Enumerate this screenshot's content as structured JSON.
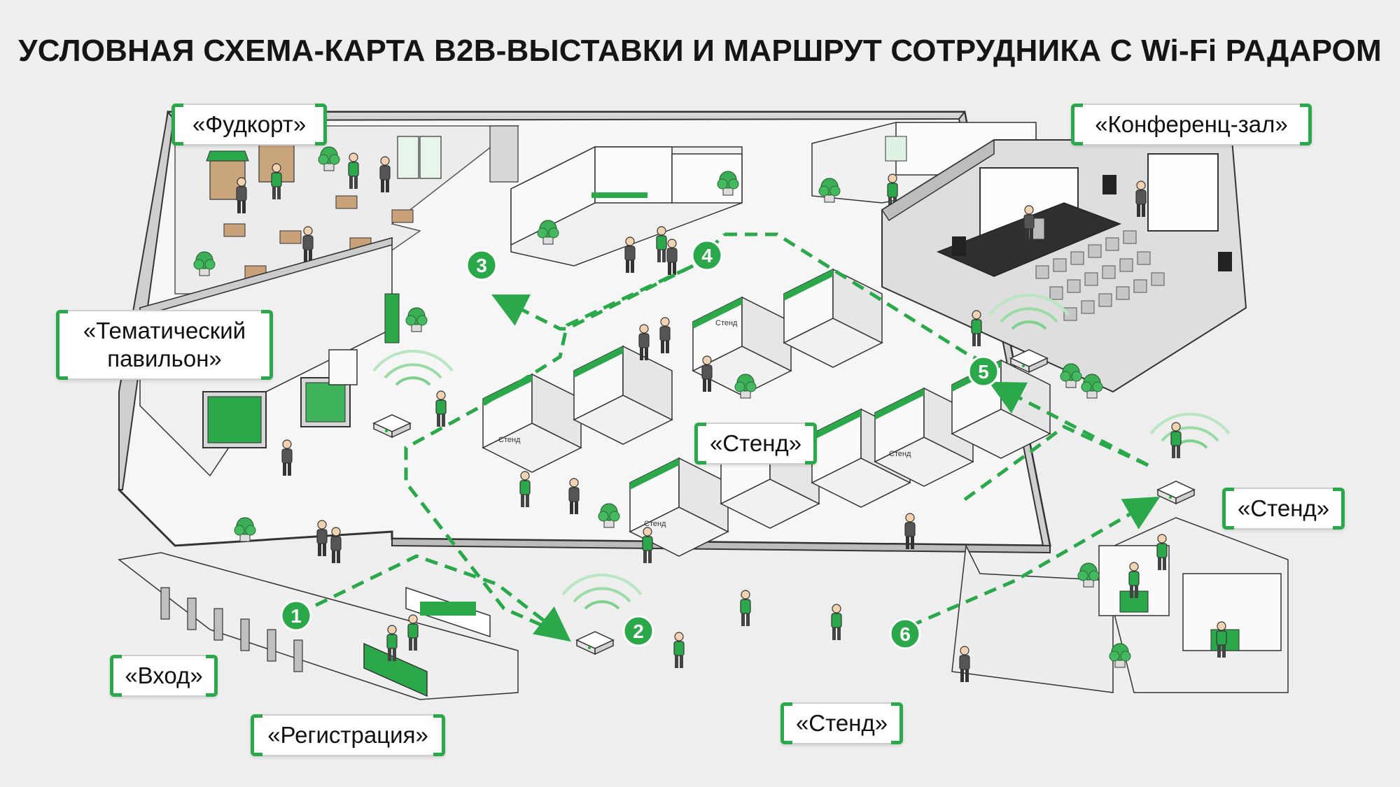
{
  "title": "УСЛОВНАЯ СХЕМА-КАРТА B2B-ВЫСТАВКИ И МАРШРУТ СОТРУДНИКА С Wi-Fi РАДАРОМ",
  "zones": {
    "foodcourt": "«Фудкорт»",
    "conference": "«Конференц-зал»",
    "pavilion": "«Тематический павильон»",
    "stand_center": "«Стенд»",
    "stand_right": "«Стенд»",
    "stand_bottom": "«Стенд»",
    "entrance": "«Вход»",
    "registration": "«Регистрация»"
  },
  "booth_tag": "Стенд",
  "waypoints": [
    "1",
    "2",
    "3",
    "4",
    "5",
    "6"
  ],
  "colors": {
    "accent": "#2aa84a",
    "floor": "#f4f4f4",
    "wall": "#d9d9d9",
    "outline": "#333333",
    "background": "#eeeeee"
  },
  "icons": [
    "wifi-signal-icon",
    "router-icon",
    "person-icon",
    "plant-icon",
    "screen-icon",
    "speaker-icon"
  ]
}
